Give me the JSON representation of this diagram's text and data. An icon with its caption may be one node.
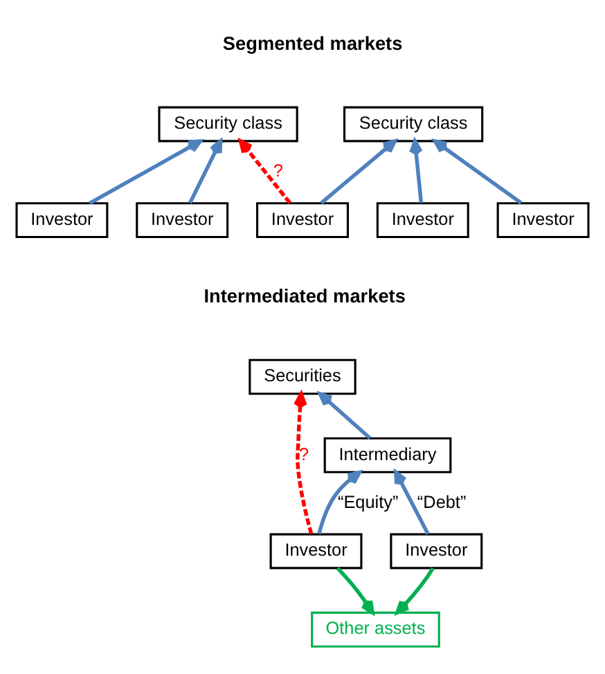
{
  "diagram": {
    "nodes": [
      {
        "text": [
          "Security class"
        ]
      },
      {
        "text": [
          "Security class"
        ]
      },
      {
        "text": [
          "Investor"
        ]
      },
      {
        "text": [
          "Investor"
        ]
      },
      {
        "text": [
          "Investor"
        ]
      },
      {
        "text": [
          "Investor"
        ]
      },
      {
        "text": [
          "Investor"
        ]
      },
      {
        "text": [
          "Securities"
        ]
      },
      {
        "text": [
          "Intermediary"
        ]
      },
      {
        "text": [
          "Investor"
        ]
      },
      {
        "text": [
          "Investor"
        ]
      },
      {
        "text": [
          "Other assets"
        ]
      }
    ],
    "edges": [
      {
        "from": 2,
        "to": 0,
        "arrow": "to"
      },
      {
        "from": 3,
        "to": 0,
        "arrow": "to"
      },
      {
        "from": 4,
        "to": 0,
        "arrow": "to",
        "label": "?",
        "style": "dashed",
        "color": "#ff0000"
      },
      {
        "from": 4,
        "to": 1,
        "arrow": "to"
      },
      {
        "from": 5,
        "to": 1,
        "arrow": "to"
      },
      {
        "from": 6,
        "to": 1,
        "arrow": "to"
      },
      {
        "from": 8,
        "to": 7,
        "arrow": "to"
      },
      {
        "from": 9,
        "to": 8,
        "arrow": "to",
        "label": "“Equity”"
      },
      {
        "from": 10,
        "to": 8,
        "arrow": "to",
        "label": "“Debt”"
      },
      {
        "from": 9,
        "to": 7,
        "arrow": "to",
        "label": "?",
        "style": "dashed",
        "color": "#ff0000"
      },
      {
        "from": 9,
        "to": 11,
        "arrow": "to",
        "color": "#00b050"
      },
      {
        "from": 10,
        "to": 11,
        "arrow": "to",
        "color": "#00b050"
      }
    ],
    "labels": [
      "Segmented markets",
      "Intermediated markets"
    ]
  }
}
